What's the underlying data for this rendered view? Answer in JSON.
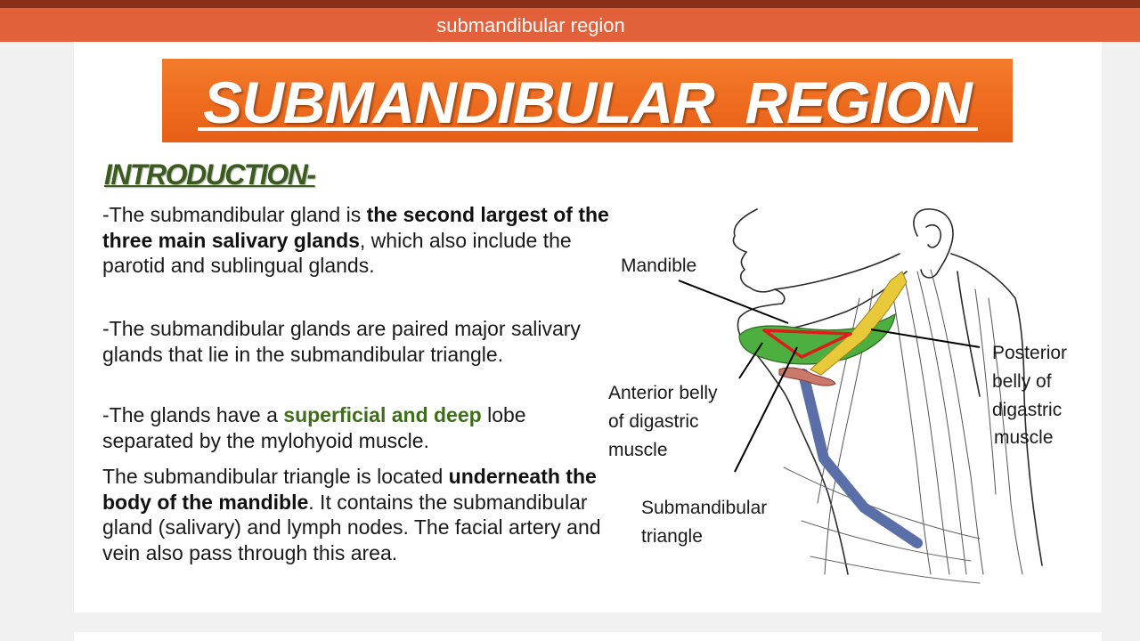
{
  "window": {
    "title": "submandibular region"
  },
  "slide": {
    "title": "SUBMANDIBULAR  REGION",
    "intro_heading": "INTRODUCTION-",
    "p1": {
      "pre": "-The submandibular gland is ",
      "bold": "the second largest of the three main salivary glands",
      "post": ", which also include the parotid and sublingual glands."
    },
    "p2": "-The submandibular glands are paired major salivary glands that lie in the submandibular triangle.",
    "p3": {
      "pre": "-The glands have a ",
      "highlight": "superficial and deep",
      "post": " lobe separated by the mylohyoid muscle."
    },
    "p4": {
      "pre": "The submandibular triangle is located ",
      "bold": "underneath the body of the mandible",
      "post": ". It contains the submandibular gland (salivary) and lymph nodes. The facial artery and vein also pass through this area."
    }
  },
  "figure": {
    "labels": {
      "mandible": "Mandible",
      "anterior_1": "Anterior belly",
      "anterior_2": "of digastric",
      "anterior_3": "muscle",
      "posterior_1": "Posterior",
      "posterior_2": "belly of",
      "posterior_3": "digastric",
      "posterior_4": "muscle",
      "triangle_1": "Submandibular",
      "triangle_2": "triangle"
    }
  },
  "colors": {
    "top_bar": "#e2603a",
    "banner": "#ee6a1d",
    "intro_heading": "#3b5b1f",
    "highlight_text": "#3f6e1a",
    "triangle_outline": "#e01b1b",
    "gland_green": "#4caf3f",
    "digastric_yellow": "#e8c93a",
    "vessel_blue": "#5a6fa8"
  }
}
